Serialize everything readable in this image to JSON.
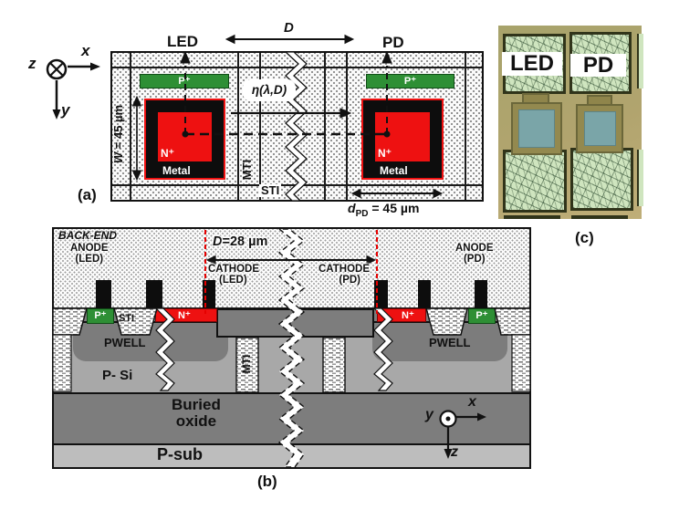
{
  "a": {
    "tag": "(a)",
    "led": "LED",
    "pd": "PD",
    "d": "D",
    "w_var": "W",
    "w_rest": " = 45 µm",
    "eta": "η(λ,D)",
    "p": "P⁺",
    "n": "N⁺",
    "metal": "Metal",
    "mti": "MTI",
    "sti": "STI",
    "dpd_var": "d",
    "dpd_sub": "PD",
    "dpd_rest": " = 45 µm",
    "ax_x": "x",
    "ax_y": "y",
    "ax_z": "z"
  },
  "b": {
    "tag": "(b)",
    "backend": "BACK-END",
    "anode": "ANODE",
    "cathode": "CATHODE",
    "led_paren": "(LED)",
    "pd_paren": "(PD)",
    "d28_var": "D",
    "d28_rest": "=28 µm",
    "p": "P⁺",
    "n": "N⁺",
    "sti": "STI",
    "mti": "MTI",
    "pwell": "PWELL",
    "psi": "P- Si",
    "buried1": "Buried",
    "buried2": "oxide",
    "psub": "P-sub",
    "ax_x": "x",
    "ax_y": "y",
    "ax_z": "z"
  },
  "c": {
    "tag": "(c)",
    "led": "LED",
    "pd": "PD"
  },
  "colors": {
    "p_plus_green": "#2e8f35",
    "n_plus_red": "#ee1111",
    "dash_red": "#e60000",
    "pwell_gray": "#7c7c7c",
    "psi_gray": "#a8a8a8",
    "psub_gray": "#bdbdbd",
    "pad_green": "#cfe5bf",
    "oxide_window_blue": "#7aa5a8"
  }
}
